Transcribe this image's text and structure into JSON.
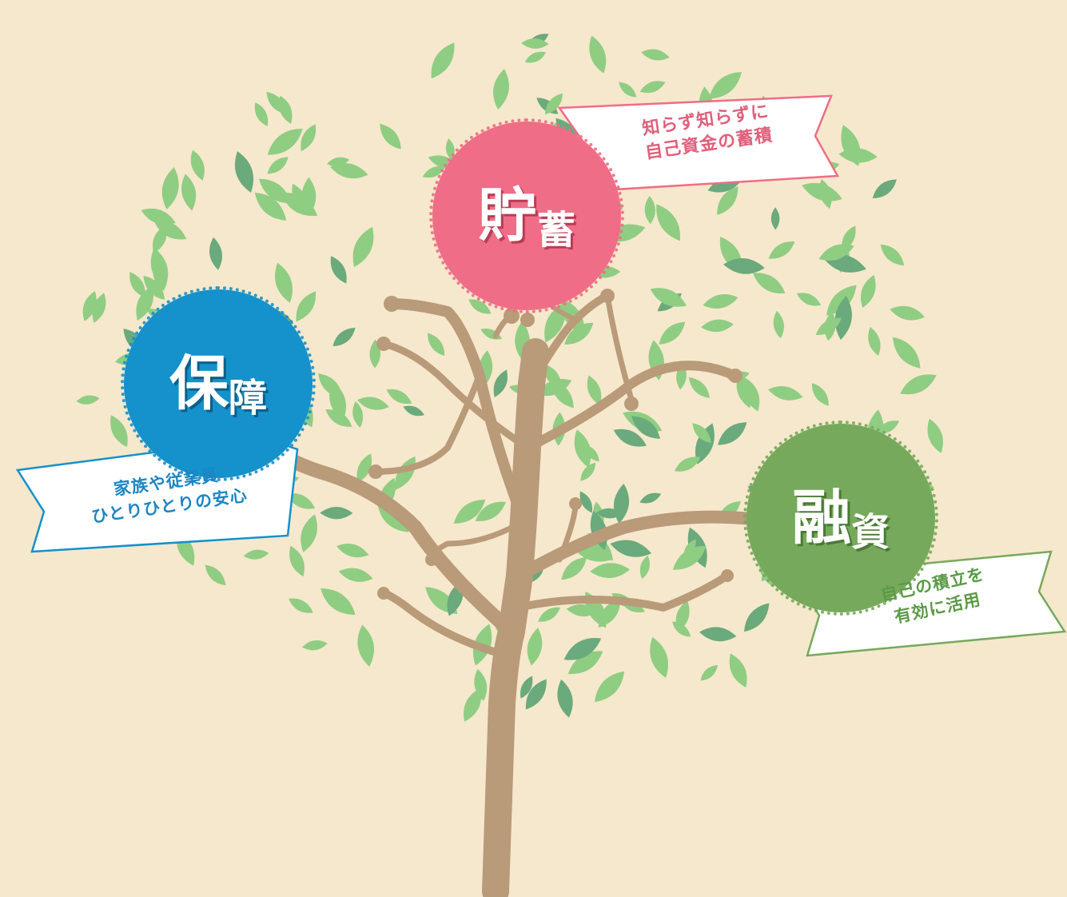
{
  "colors": {
    "background": "#f6e8cc",
    "trunk": "#b99a79",
    "leaf_light": "#8fcd83",
    "leaf_dark": "#6aaa7c",
    "hosho": "#1591cb",
    "chochiku": "#ef6d86",
    "yushi": "#76a95c"
  },
  "hosho": {
    "title_main": "保",
    "title_sub": "障",
    "ribbon_line1": "家族や従業員",
    "ribbon_line2": "ひとりひとりの安心"
  },
  "chochiku": {
    "title_main": "貯",
    "title_sub": "蓄",
    "ribbon_line1": "知らず知らずに",
    "ribbon_line2": "自己資金の蓄積"
  },
  "yushi": {
    "title_main": "融",
    "title_sub": "資",
    "ribbon_line1": "自己の積立を",
    "ribbon_line2": "有効に活用"
  }
}
